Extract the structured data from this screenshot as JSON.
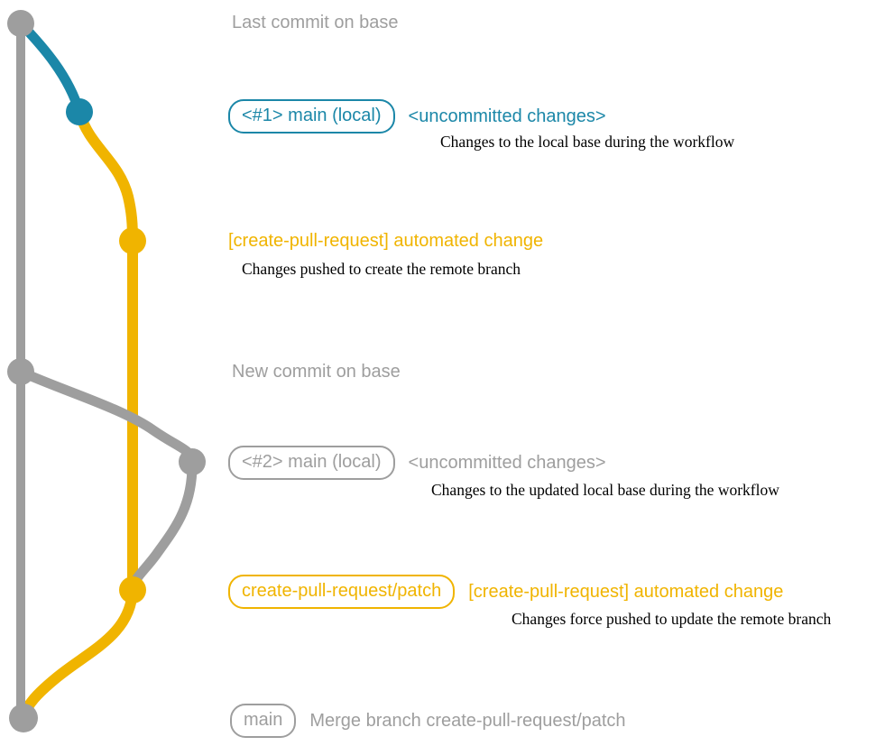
{
  "colors": {
    "gray": "#9e9e9e",
    "teal": "#1b87a8",
    "yellow": "#f0b400",
    "ink": "#000000",
    "bg": "#ffffff"
  },
  "graph": {
    "type": "git-graph",
    "branches": [
      {
        "name": "base (main remote)",
        "color_key": "gray"
      },
      {
        "name": "main (local)",
        "color_key": "teal"
      },
      {
        "name": "create-pull-request/patch",
        "color_key": "yellow"
      }
    ],
    "commits": [
      {
        "name": "last-commit-on-base",
        "branch": "base",
        "color_key": "gray"
      },
      {
        "name": "uncommitted-changes-1",
        "branch": "main (local)",
        "color_key": "teal"
      },
      {
        "name": "automated-change-1",
        "branch": "create-pull-request/patch",
        "color_key": "yellow"
      },
      {
        "name": "new-commit-on-base",
        "branch": "base",
        "color_key": "gray"
      },
      {
        "name": "uncommitted-changes-2",
        "branch": "main (local)",
        "color_key": "gray"
      },
      {
        "name": "automated-change-2",
        "branch": "create-pull-request/patch",
        "color_key": "yellow"
      },
      {
        "name": "merge-commit",
        "branch": "base",
        "color_key": "gray"
      }
    ]
  },
  "rows": [
    {
      "text": "Last commit on base"
    },
    {
      "badge": "<#1> main (local)",
      "text": "<uncommitted changes>",
      "subtitle": "Changes to the local base during the workflow"
    },
    {
      "text": "[create-pull-request] automated change",
      "subtitle": "Changes pushed to create the remote branch"
    },
    {
      "text": "New commit on base"
    },
    {
      "badge": "<#2> main (local)",
      "text": "<uncommitted changes>",
      "subtitle": "Changes to the updated local base during the workflow"
    },
    {
      "badge": "create-pull-request/patch",
      "text": "[create-pull-request] automated change",
      "subtitle": "Changes force pushed to update the remote branch"
    },
    {
      "badge": "main",
      "text": "Merge branch create-pull-request/patch"
    }
  ]
}
